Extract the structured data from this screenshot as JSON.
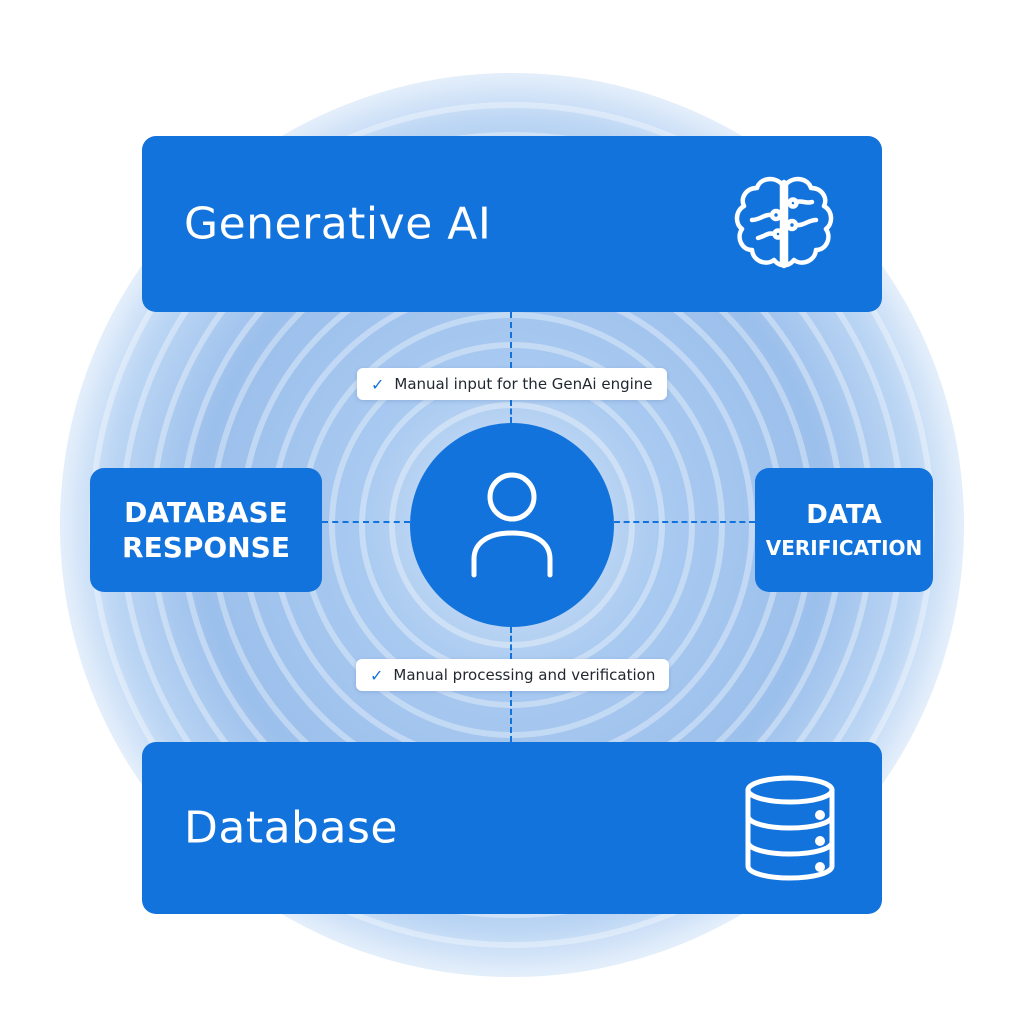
{
  "colors": {
    "primary": "#1273dc",
    "ring_light": "#dbe8f8",
    "ring_mid": "#a9c8ee",
    "pill_bg": "#ffffff",
    "pill_text": "#222831"
  },
  "top_box": {
    "title": "Generative AI",
    "icon": "brain-icon"
  },
  "bottom_box": {
    "title": "Database",
    "icon": "database-icon"
  },
  "left_box": {
    "line1": "DATABASE",
    "line2": "RESPONSE"
  },
  "right_box": {
    "line1": "DATA",
    "line2": "VERIFICATION"
  },
  "center": {
    "icon": "user-icon"
  },
  "labels": {
    "top": "Manual input for the GenAi engine",
    "bottom": "Manual processing and verification",
    "check_icon": "check-icon"
  }
}
